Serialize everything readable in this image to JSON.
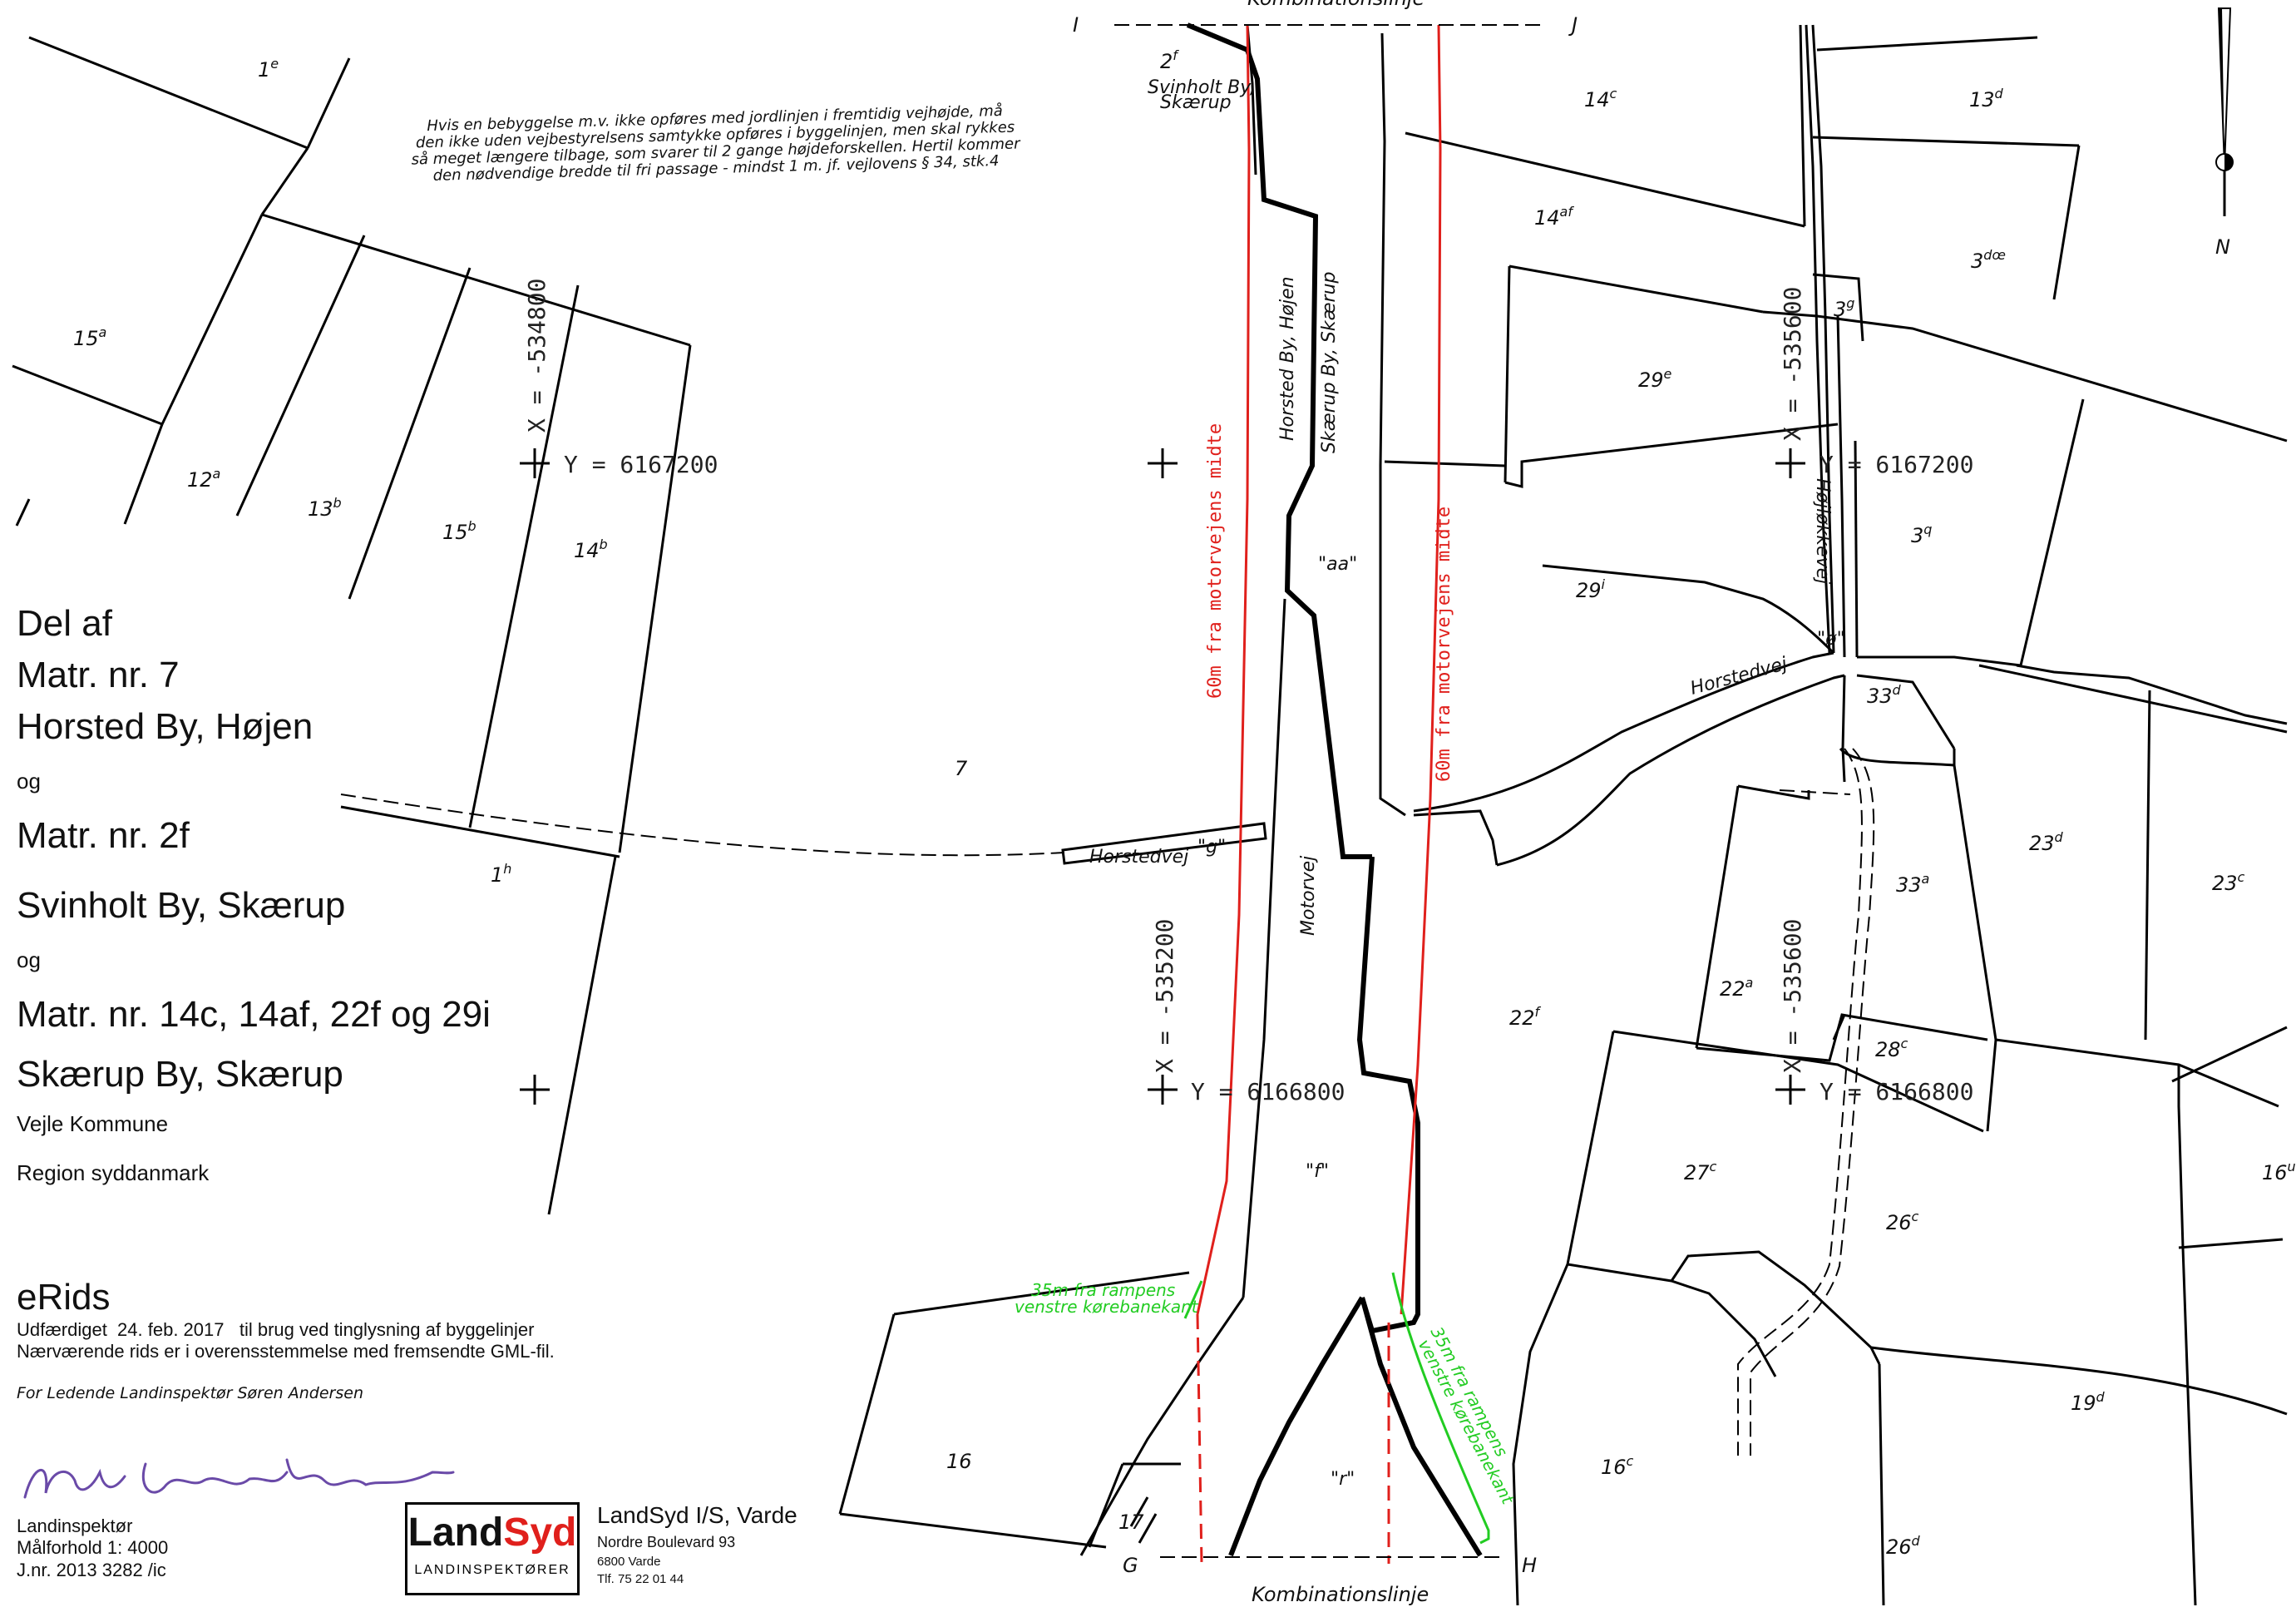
{
  "map": {
    "top_note": [
      "Hvis en bebyggelse m.v. ikke opføres med jordlinjen i fremtidig vejhøjde, må",
      "den ikke uden vejbestyrelsens samtykke opføres i byggelinjen, men skal rykkes",
      "så meget længere tilbage, som svarer til 2 gange højdeforskellen. Hertil kommer",
      "den nødvendige bredde til fri passage - mindst 1 m. jf. vejlovens § 34, stk.4"
    ],
    "top_label_partial": "Kombinationslinje",
    "bottom_label": "Kombinationslinje",
    "corner_letters": {
      "i": "I",
      "j": "J",
      "g": "G",
      "h": "H"
    },
    "north": "N",
    "coords": {
      "x1": "X = -534800",
      "y1": "Y = 6167200",
      "x2": "X = -535600",
      "y2": "Y = 6167200",
      "x3": "X = -535200",
      "y3": "Y = 6166800",
      "x4": "X = -535600",
      "y4": "Y = 6166800"
    },
    "roads": {
      "horsted_hojen": "Horsted By, Højen",
      "skaerup": "Skærup By, Skærup",
      "svinholt": [
        "Svinholt By,",
        "Skærup"
      ],
      "motorvej": "Motorvej",
      "horstedvej_left": "Horstedvej",
      "horstedvej_right": "Horstedvej",
      "hojlokkevej": "Højløkkevej"
    },
    "red_labels": {
      "left": "60m fra motorvejens midte",
      "right": "60m fra motorvejens midte"
    },
    "green_labels": {
      "left": [
        "35m fra rampens",
        "venstre kørebanekant"
      ],
      "right": [
        "35m fra rampens",
        "venstre kørebanekant"
      ]
    },
    "parcels": [
      {
        "base": "1",
        "sup": "e"
      },
      {
        "base": "15",
        "sup": "a"
      },
      {
        "base": "12",
        "sup": "a"
      },
      {
        "base": "13",
        "sup": "b"
      },
      {
        "base": "15",
        "sup": "b"
      },
      {
        "base": "14",
        "sup": "b"
      },
      {
        "base": "7",
        "sup": ""
      },
      {
        "base": "1",
        "sup": "h"
      },
      {
        "base": "2",
        "sup": "f"
      },
      {
        "base": "14",
        "sup": "c"
      },
      {
        "base": "13",
        "sup": "d"
      },
      {
        "base": "14",
        "sup": "af"
      },
      {
        "base": "3",
        "sup": "dœ"
      },
      {
        "base": "3",
        "sup": "g"
      },
      {
        "base": "29",
        "sup": "e"
      },
      {
        "base": "29",
        "sup": "i"
      },
      {
        "base": "3",
        "sup": "q"
      },
      {
        "base": "33",
        "sup": "d"
      },
      {
        "base": "33",
        "sup": "a"
      },
      {
        "base": "23",
        "sup": "d"
      },
      {
        "base": "23",
        "sup": "c"
      },
      {
        "base": "22",
        "sup": "a"
      },
      {
        "base": "22",
        "sup": "f"
      },
      {
        "base": "28",
        "sup": "c"
      },
      {
        "base": "27",
        "sup": "c"
      },
      {
        "base": "26",
        "sup": "c"
      },
      {
        "base": "16",
        "sup": "u"
      },
      {
        "base": "19",
        "sup": "d"
      },
      {
        "base": "16",
        "sup": "c"
      },
      {
        "base": "26",
        "sup": "d"
      },
      {
        "base": "16",
        "sup": ""
      },
      {
        "base": "17",
        "sup": ""
      }
    ],
    "quoted": {
      "aa": "\"aa\"",
      "oe": "\"ø\"",
      "g": "\"g\"",
      "f": "\"f\"",
      "r": "\"r\""
    }
  },
  "panel": {
    "lines": [
      "Del af",
      "Matr. nr. 7",
      "Horsted By, Højen"
    ],
    "og1": "og",
    "matr2": "Matr. nr. 2f",
    "svinholt": "Svinholt By, Skærup",
    "og2": "og",
    "matr3": "Matr. nr. 14c, 14af, 22f og 29i",
    "skaerup": "Skærup By, Skærup",
    "kommune": "Vejle Kommune",
    "region": "Region syddanmark",
    "erids": "eRids",
    "udf": "Udfærdiget  24. feb. 2017   til brug ved tinglysning af byggelinjer",
    "naer": "Nærværende rids er i overensstemmelse med fremsendte GML-fil.",
    "for_ledende": "For Ledende Landinspektør Søren Andersen",
    "landinspektor": "Landinspektør",
    "malforhold": "Målforhold 1: 4000",
    "jnr": "J.nr. 2013 3282 /ic"
  },
  "logo": {
    "land": "Land",
    "syd": "Syd",
    "sub": "LANDINSPEKTØRER"
  },
  "company": {
    "name": "LandSyd I/S, Varde",
    "address": "Nordre Boulevard 93",
    "city": "6800 Varde",
    "phone": "Tlf. 75 22 01 44"
  },
  "colors": {
    "red": "#e0201c",
    "green": "#22cc22",
    "purple": "#6a4aa8"
  }
}
